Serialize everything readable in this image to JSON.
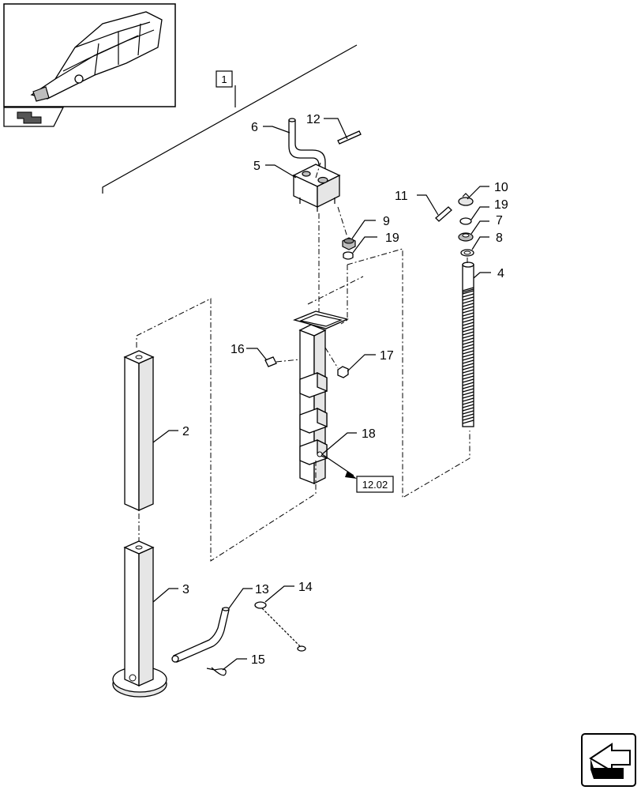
{
  "callouts": {
    "c1": "1",
    "c2": "2",
    "c3": "3",
    "c4": "4",
    "c5": "5",
    "c6": "6",
    "c7": "7",
    "c8": "8",
    "c9": "9",
    "c10": "10",
    "c11": "11",
    "c12": "12",
    "c13": "13",
    "c14": "14",
    "c15": "15",
    "c16": "16",
    "c17": "17",
    "c18": "18",
    "c19a": "19",
    "c19b": "19"
  },
  "reference_box": "12.02",
  "icons": {
    "overview": "machine-frame-thumbnail-icon",
    "prev_page": "prev-page-arrow-icon",
    "next_page": "next-page-arrow-icon"
  }
}
